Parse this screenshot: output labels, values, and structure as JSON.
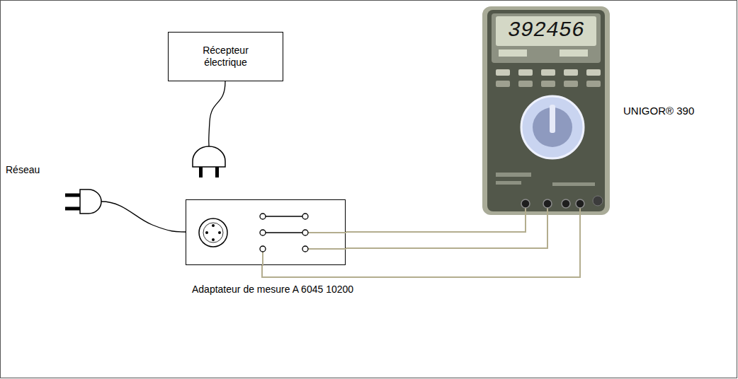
{
  "diagram": {
    "nodes": [
      {
        "text": [
          "Récepteur électrique"
        ]
      },
      {
        "text": [
          "Adaptateur de mesure A 6045 10200"
        ]
      },
      {
        "text": [
          "392456",
          "UNIGOR® 390"
        ]
      }
    ],
    "edges": [
      {
        "from": 1,
        "to": 2,
        "arrow": "none"
      },
      {
        "from": 1,
        "to": 2,
        "arrow": "none"
      },
      {
        "from": 1,
        "to": 2,
        "arrow": "none"
      }
    ],
    "labels": [
      "Réseau"
    ]
  }
}
